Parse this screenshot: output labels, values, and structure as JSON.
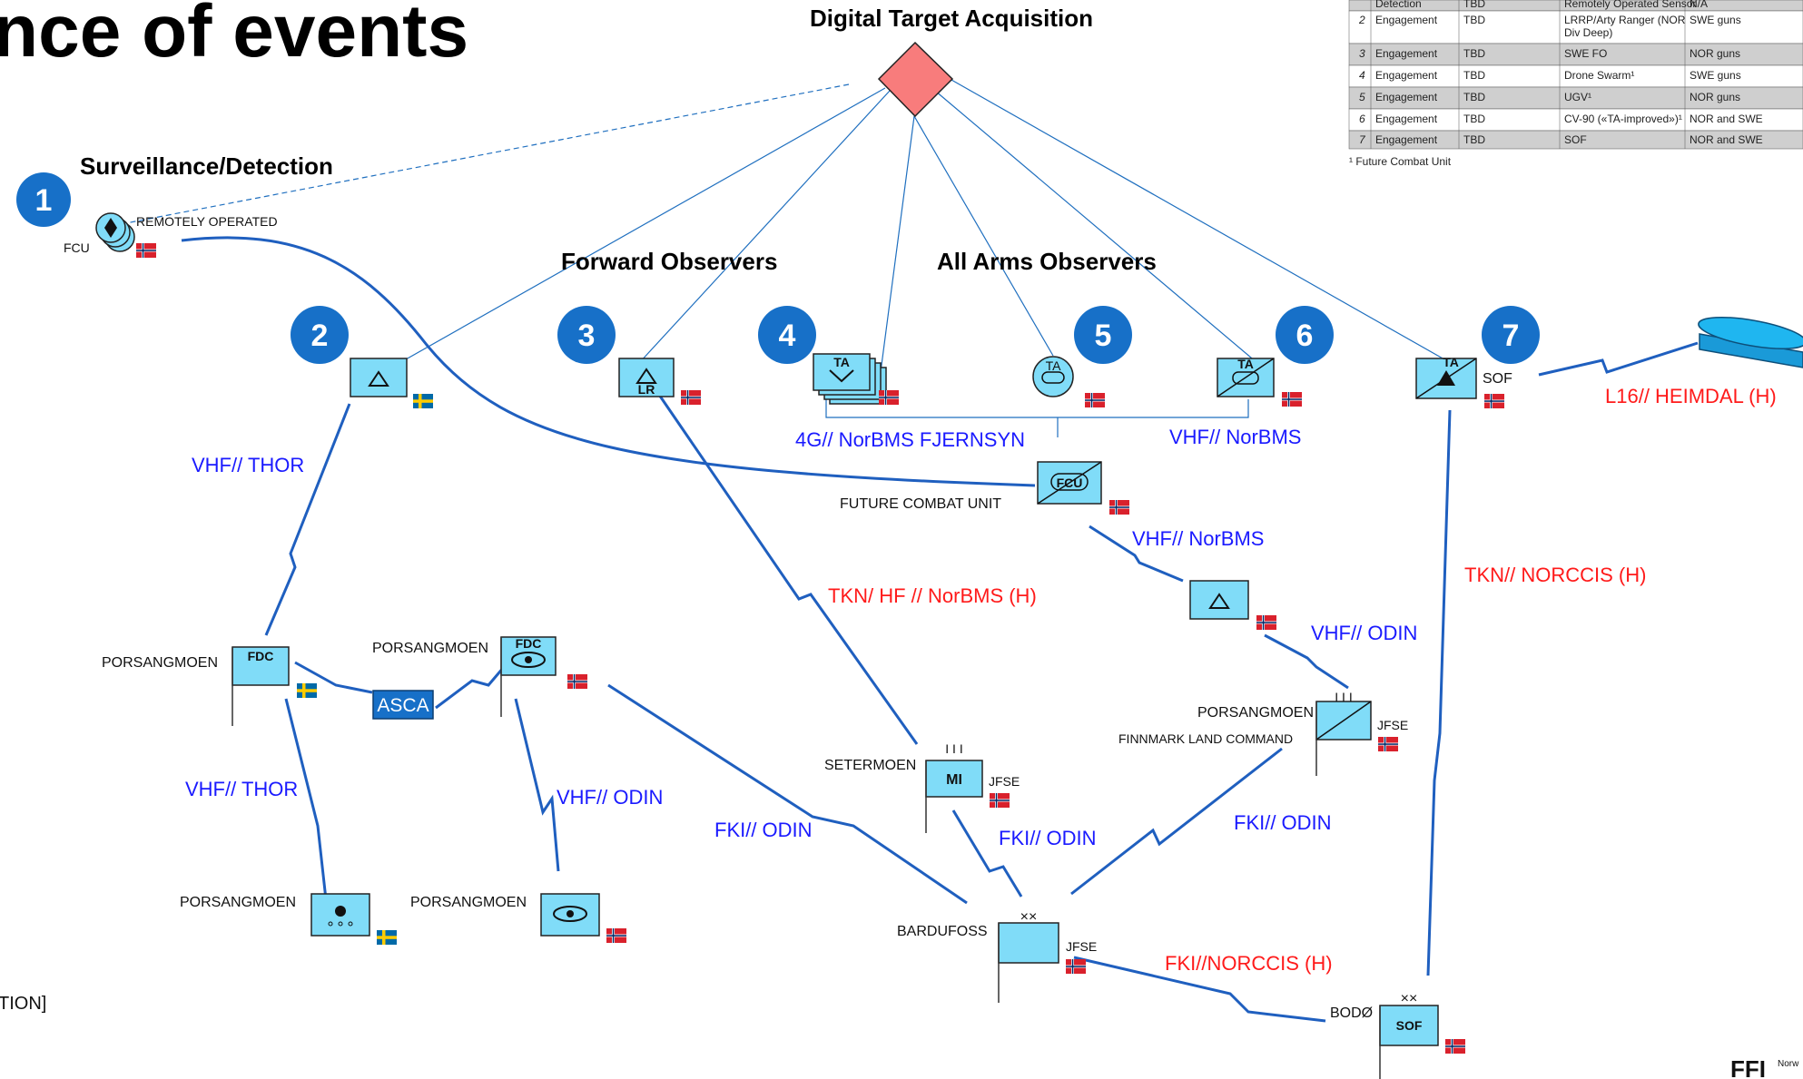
{
  "title": "nce of events",
  "header_dta": "Digital Target Acquisition",
  "header_surv": "Surveillance/Detection",
  "header_fo": "Forward Observers",
  "header_aao": "All Arms Observers",
  "numbers": [
    "1",
    "2",
    "3",
    "4",
    "5",
    "6",
    "7"
  ],
  "labels": {
    "remotely_operated": "REMOTELY OPERATED",
    "fcu": "FCU",
    "sof": "SOF",
    "future_combat_unit": "FUTURE COMBAT UNIT",
    "porsangmoen": "PORSANGMOEN",
    "asca": "ASCA",
    "setermoen": "SETERMOEN",
    "jfse": "JFSE",
    "finnmark": "FINNMARK LAND COMMAND",
    "bardufoss": "BARDUFOSS",
    "bodo": "BODØ",
    "fdc": "FDC",
    "mi": "MI",
    "ta": "TA",
    "lr": "LR",
    "fcu_short": "FCU",
    "xx": "××",
    "iii": "I I I",
    "footnote_tion": "TION]",
    "ffi": "FFI",
    "ffi_small": "Norw"
  },
  "links": {
    "vhf_thor": "VHF// THOR",
    "vhf_thor2": "VHF// THOR",
    "vhf_odin": "VHF// ODIN",
    "vhf_odin2": "VHF// ODIN",
    "fki_odin": "FKI// ODIN",
    "fki_odin2": "FKI// ODIN",
    "fki_odin3": "FKI// ODIN",
    "g4": "4G// NorBMS FJERNSYN",
    "vhf_norbms": "VHF// NorBMS",
    "vhf_norbms2": "VHF// NorBMS",
    "tkn_hf": "TKN/ HF // NorBMS (H)",
    "tkn_norccis": "TKN// NORCCIS (H)",
    "fki_norccis": "FKI//NORCCIS (H)",
    "l16": "L16// HEIMDAL (H)"
  },
  "table": {
    "header": [
      "Detection",
      "TBD",
      "Remotely Operated Sensor",
      "N/A"
    ],
    "rows": [
      [
        "2",
        "Engagement",
        "TBD",
        "LRRP/Arty Ranger (NOR",
        "SWE guns",
        "Div Deep)"
      ],
      [
        "3",
        "Engagement",
        "TBD",
        "SWE FO",
        "NOR guns",
        ""
      ],
      [
        "4",
        "Engagement",
        "TBD",
        "Drone Swarm¹",
        "SWE guns",
        ""
      ],
      [
        "5",
        "Engagement",
        "TBD",
        "UGV¹",
        "NOR guns",
        ""
      ],
      [
        "6",
        "Engagement",
        "TBD",
        "CV-90 («TA-improved»)¹",
        "NOR and SWE",
        ""
      ],
      [
        "7",
        "Engagement",
        "TBD",
        "SOF",
        "NOR and SWE",
        ""
      ]
    ],
    "footnote": "¹ Future Combat Unit"
  },
  "colors": {
    "symbol": "#80dcf8",
    "badge": "#1770c8",
    "diamond": "#f87c7c",
    "link_blue": "#1a1aff",
    "link_red": "#ff1a1a",
    "line": "#1f5fbf"
  }
}
